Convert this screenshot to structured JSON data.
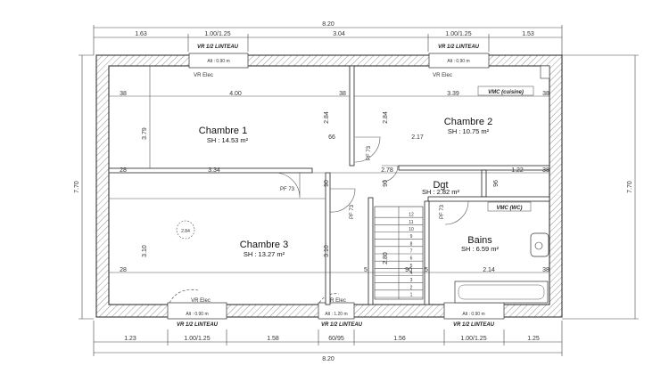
{
  "overall": {
    "width_top": "8.20",
    "width_bottom": "8.20",
    "height_left": "7.70",
    "height_right": "7.70"
  },
  "top_dims": [
    "1.63",
    "1.00/1.25",
    "3.04",
    "1.00/1.25",
    "1.53"
  ],
  "bottom_dims": [
    "1.23",
    "1.00/1.25",
    "1.58",
    "60/95",
    "1.56",
    "1.00/1.25",
    "1.25"
  ],
  "lintels": {
    "top_left": "VR 1/2 LINTEAU",
    "top_right": "VR 1/2 LINTEAU",
    "bottom_left": "VR 1/2 LINTEAU",
    "bottom_mid": "VR 1/2 LINTEAU",
    "bottom_right": "VR 1/2 LINTEAU"
  },
  "window_alts": {
    "top_left": "Alt : 0.90 m",
    "top_right": "Alt : 0.90 m",
    "bottom_left": "Alt : 0.90 m",
    "bottom_mid": "Alt : 1.20 m",
    "bottom_right": "Alt : 0.90 m"
  },
  "vr_elec": "VR Elec",
  "rooms": {
    "chambre1": {
      "name": "Chambre 1",
      "area": "SH : 14.53 m²"
    },
    "chambre2": {
      "name": "Chambre 2",
      "area": "SH : 10.75 m²"
    },
    "chambre3": {
      "name": "Chambre 3",
      "area": "SH : 13.27 m²"
    },
    "dgt": {
      "name": "Dgt",
      "area": "SH : 2.82 m²"
    },
    "bains": {
      "name": "Bains",
      "area": "SH : 6.59 m²"
    }
  },
  "vmc_cuisine": "VMC (cuisine)",
  "vmc_wc": "VMC (WC)",
  "pf73": "PF 73",
  "inner_dims": {
    "c1_top_left": "38",
    "c1_width": "4.00",
    "c1_top_right": "38",
    "c2_left": "3.39",
    "c2_right": "38",
    "c1_height": "3.79",
    "wall_284a": "2.84",
    "wall_284b": "2.84",
    "d66": "66",
    "d217": "2.17",
    "c1_bot_left": "28",
    "c1_bot_width": "3.34",
    "d278": "2.78",
    "d122": "1.22",
    "c2_bot_right": "38",
    "d90a": "90",
    "d90b": "90",
    "d96": "96",
    "c3_height": "3.10",
    "c3_height2": "3.10",
    "stair_280": "2.80",
    "c3_bot_left": "28",
    "d5": "5",
    "d90c": "90",
    "d5b": "5",
    "d214": "2.14",
    "d38b": "38",
    "d284_note": "2.84"
  },
  "stair_steps": [
    "12",
    "11",
    "10",
    "9",
    "8",
    "7",
    "6",
    "5",
    "4",
    "3",
    "2",
    "1"
  ]
}
